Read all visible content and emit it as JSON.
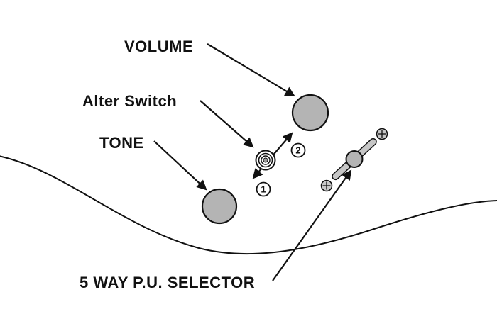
{
  "labels": {
    "volume": "VOLUME",
    "alter_switch": "Alter Switch",
    "tone": "TONE",
    "selector": "5 WAY P.U. SELECTOR",
    "step1": "1",
    "step2": "2"
  },
  "colors": {
    "background": "#ffffff",
    "line": "#111111",
    "knob_fill": "#b4b4b4",
    "switch_center_fill": "#9a9a9a",
    "slot_fill": "#c6c6c6",
    "screw_fill": "#c8c8c8"
  }
}
